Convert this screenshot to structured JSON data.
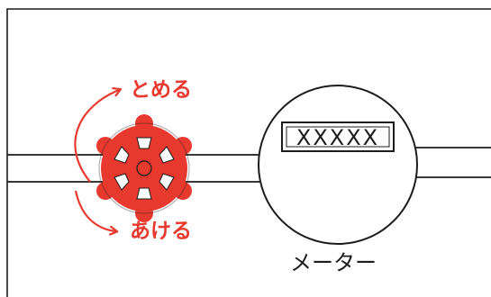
{
  "diagram": {
    "valve": {
      "close_label": "とめる",
      "open_label": "あける"
    },
    "meter": {
      "label": "メーター",
      "display_text": "XXXXX"
    },
    "colors": {
      "accent": "#e8392f",
      "line": "#1c1c1c",
      "background": "#ffffff"
    }
  }
}
